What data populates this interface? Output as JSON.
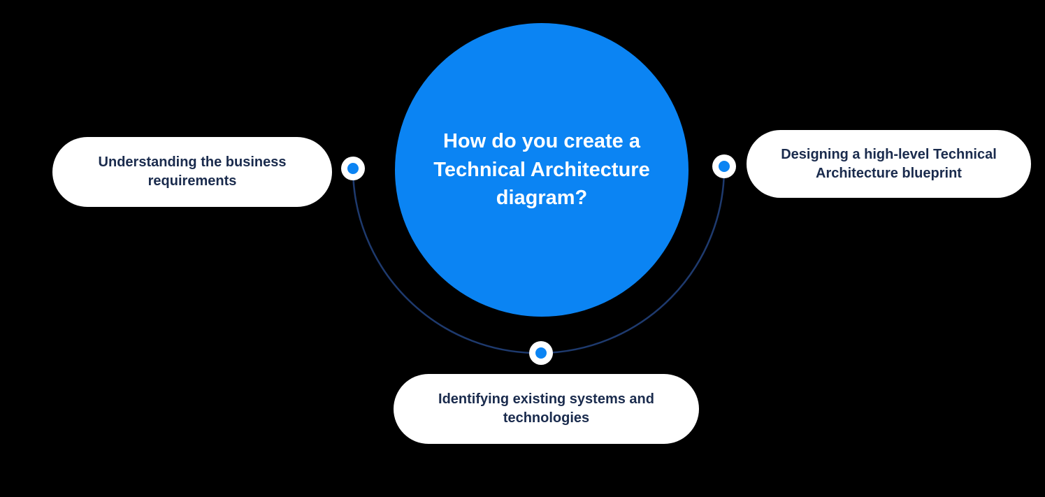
{
  "colors": {
    "background": "#000000",
    "accent_blue": "#0b84f3",
    "node_background": "#ffffff",
    "node_text": "#1a2b4d",
    "arc": "#1e3a6e",
    "center_text": "#ffffff"
  },
  "center": {
    "title": "How do you create a Technical Architecture diagram?"
  },
  "nodes": [
    {
      "position": "left",
      "label": "Understanding the business requirements"
    },
    {
      "position": "right",
      "label": "Designing a high-level Technical Architecture blueprint"
    },
    {
      "position": "bottom",
      "label": "Identifying existing systems and technologies"
    }
  ]
}
